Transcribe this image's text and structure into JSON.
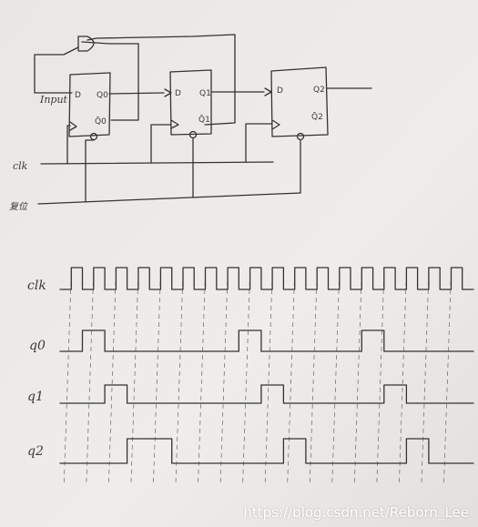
{
  "circuit": {
    "input_label": "Input",
    "clk_label": "clk",
    "reset_label": "复位",
    "flipflops": [
      {
        "d": "D",
        "q": "Q0",
        "qbar": "Q̄0"
      },
      {
        "d": "D",
        "q": "Q1",
        "qbar": "Q̄1"
      },
      {
        "d": "D",
        "q": "Q2",
        "qbar": "Q̄2"
      }
    ]
  },
  "timing": {
    "signals": [
      {
        "label": "clk",
        "levels": [
          0,
          1,
          0,
          1,
          0,
          1,
          0,
          1,
          0,
          1,
          0,
          1,
          0,
          1,
          0,
          1,
          0,
          1,
          0,
          1,
          0,
          1,
          0,
          1,
          0,
          1,
          0,
          1,
          0,
          1,
          0,
          1,
          0,
          1,
          0,
          1,
          0
        ]
      },
      {
        "label": "q0",
        "levels": [
          0,
          0,
          1,
          1,
          0,
          0,
          0,
          0,
          0,
          0,
          0,
          0,
          0,
          0,
          0,
          0,
          1,
          1,
          0,
          0,
          0,
          0,
          0,
          0,
          0,
          0,
          0,
          1,
          1,
          0,
          0,
          0,
          0,
          0,
          0,
          0,
          0
        ]
      },
      {
        "label": "q1",
        "levels": [
          0,
          0,
          0,
          0,
          1,
          1,
          0,
          0,
          0,
          0,
          0,
          0,
          0,
          0,
          0,
          0,
          0,
          0,
          1,
          1,
          0,
          0,
          0,
          0,
          0,
          0,
          0,
          0,
          0,
          1,
          1,
          0,
          0,
          0,
          0,
          0,
          0
        ]
      },
      {
        "label": "q2",
        "levels": [
          0,
          0,
          0,
          0,
          0,
          0,
          1,
          1,
          1,
          1,
          0,
          0,
          0,
          0,
          0,
          0,
          0,
          0,
          0,
          0,
          1,
          1,
          0,
          0,
          0,
          0,
          0,
          0,
          0,
          0,
          0,
          1,
          1,
          0,
          0,
          0,
          0
        ]
      }
    ]
  },
  "watermark": "https://blog.csdn.net/Reborn_Lee"
}
